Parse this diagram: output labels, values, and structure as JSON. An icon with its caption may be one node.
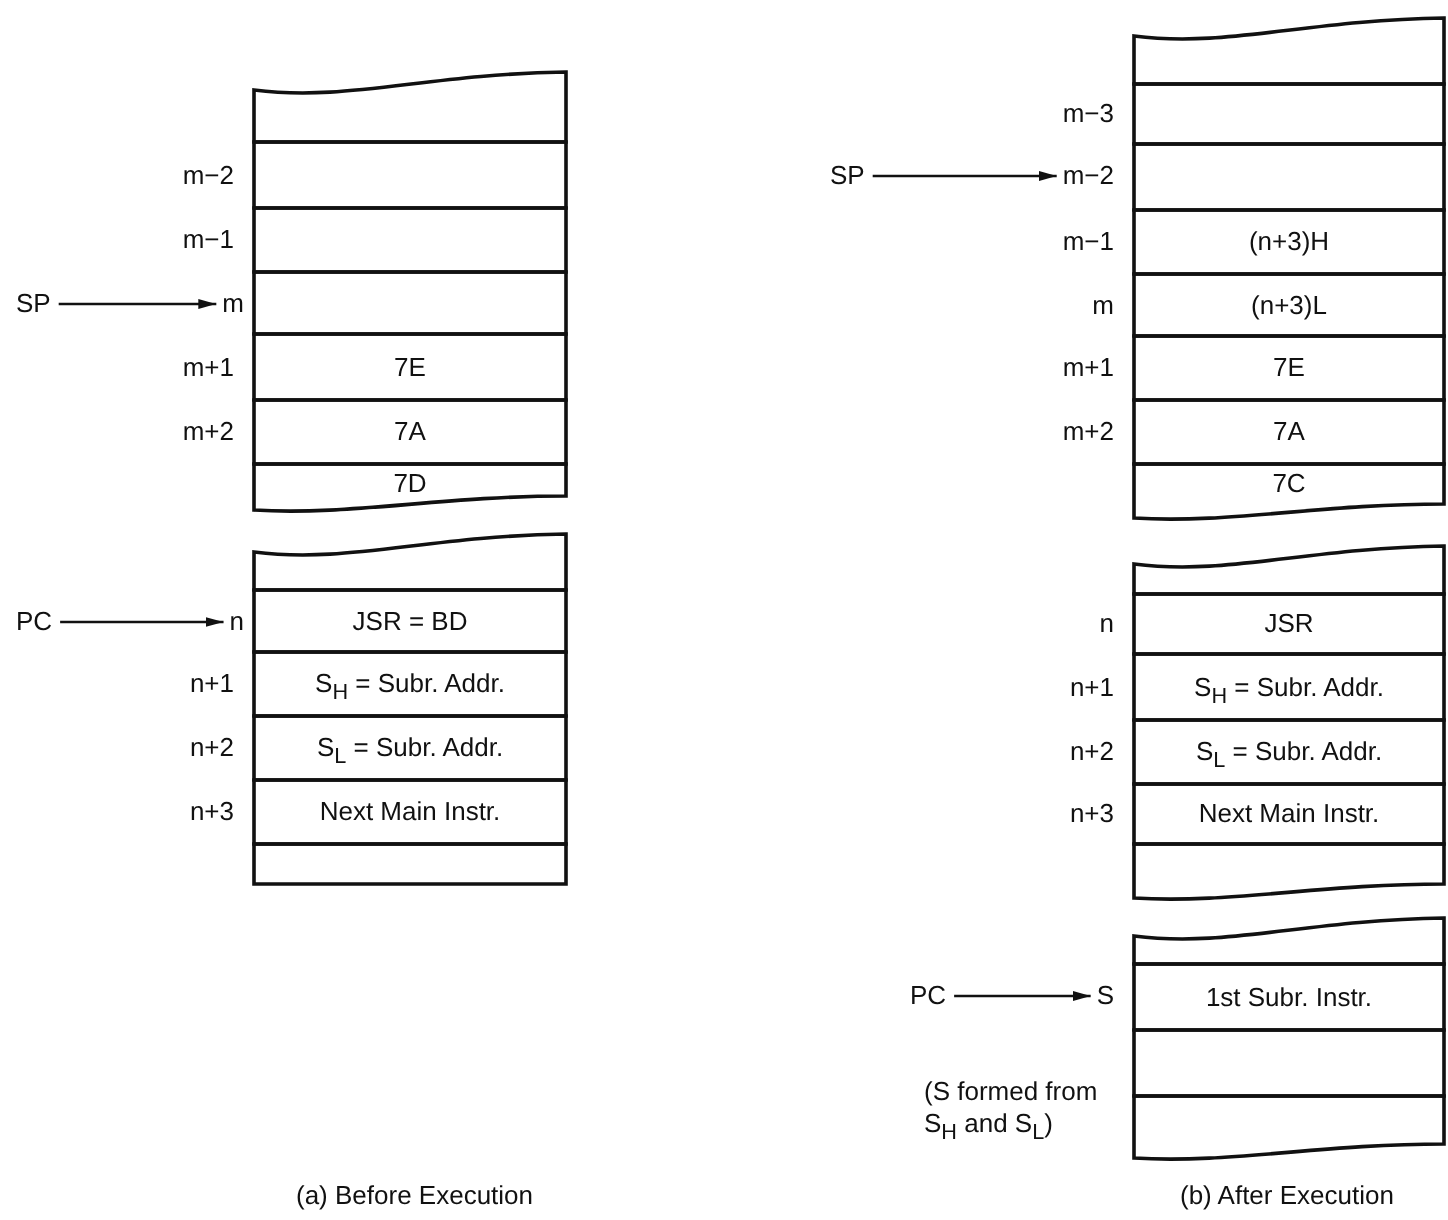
{
  "diagram": {
    "nodes": [
      {
        "text": [],
        "shape": "box"
      },
      {
        "text": [],
        "shape": "box",
        "beside": [
          "m−2"
        ]
      },
      {
        "text": [],
        "shape": "box",
        "beside": [
          "m−1"
        ]
      },
      {
        "text": [
          "SP"
        ]
      },
      {
        "text": [
          "m"
        ]
      },
      {
        "text": [],
        "shape": "box"
      },
      {
        "text": [
          "7E"
        ],
        "beside": [
          "m+1"
        ]
      },
      {
        "text": [
          "7A"
        ],
        "beside": [
          "m+2"
        ]
      },
      {
        "text": [
          "7D"
        ]
      },
      {
        "text": [],
        "shape": "box"
      },
      {
        "text": [
          "PC"
        ]
      },
      {
        "text": [
          "n"
        ]
      },
      {
        "text": [
          "JSR = BD"
        ]
      },
      {
        "text": [
          "S$_{H}$ = Subr. Addr."
        ],
        "beside": [
          "n+1"
        ]
      },
      {
        "text": [
          "S$_{L}$ = Subr. Addr."
        ],
        "beside": [
          "n+2"
        ]
      },
      {
        "text": [
          "Next Main Instr."
        ],
        "beside": [
          "n+3"
        ]
      },
      {
        "text": [],
        "shape": "box"
      },
      {
        "text": [],
        "shape": "box"
      },
      {
        "text": [],
        "shape": "box",
        "beside": [
          "m−3"
        ]
      },
      {
        "text": [
          "SP"
        ]
      },
      {
        "text": [
          "m−2"
        ]
      },
      {
        "text": [],
        "shape": "box"
      },
      {
        "text": [
          "(n+3)H"
        ],
        "beside": [
          "m−1"
        ]
      },
      {
        "text": [
          "(n+3)L"
        ],
        "beside": [
          "m"
        ]
      },
      {
        "text": [
          "7E"
        ],
        "beside": [
          "m+1"
        ]
      },
      {
        "text": [
          "7A"
        ],
        "beside": [
          "m+2"
        ]
      },
      {
        "text": [
          "7C"
        ]
      },
      {
        "text": [],
        "shape": "box"
      },
      {
        "text": [
          "JSR"
        ],
        "beside": [
          "n"
        ]
      },
      {
        "text": [
          "S$_{H}$ = Subr. Addr."
        ],
        "beside": [
          "n+1"
        ]
      },
      {
        "text": [
          "S$_{L}$ = Subr. Addr."
        ],
        "beside": [
          "n+2"
        ]
      },
      {
        "text": [
          "Next Main Instr."
        ],
        "beside": [
          "n+3"
        ]
      },
      {
        "text": [],
        "shape": "box"
      },
      {
        "text": [],
        "shape": "box"
      },
      {
        "text": [
          "PC"
        ]
      },
      {
        "text": [
          "S"
        ]
      },
      {
        "text": [
          "1st Subr. Instr."
        ]
      },
      {
        "text": [],
        "shape": "box"
      },
      {
        "text": [],
        "shape": "box"
      }
    ],
    "edges": [
      {
        "from": 3,
        "to": 4,
        "arrow": "to"
      },
      {
        "from": 10,
        "to": 11,
        "arrow": "to"
      },
      {
        "from": 19,
        "to": 20,
        "arrow": "to"
      },
      {
        "from": 34,
        "to": 35,
        "arrow": "to"
      }
    ],
    "labels": [
      "(S formed from S$_{H}$ and S$_{L}$)",
      "(a)  Before Execution",
      "(b)  After Execution"
    ]
  }
}
